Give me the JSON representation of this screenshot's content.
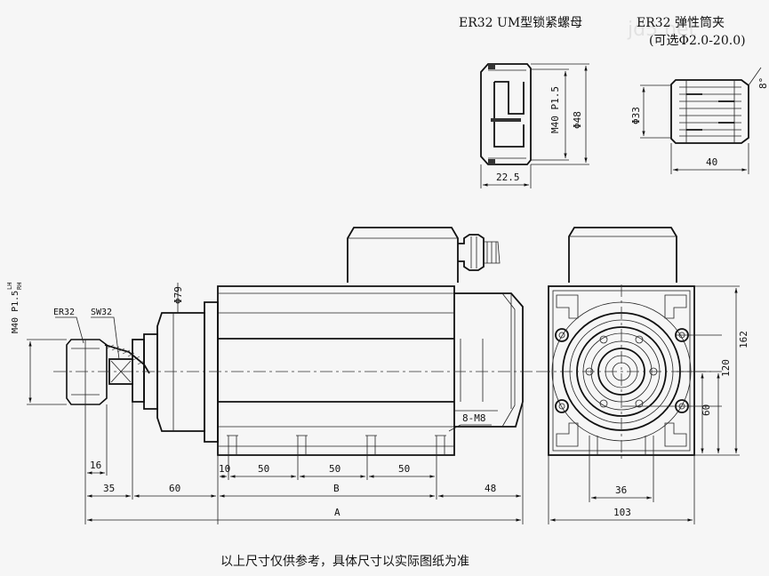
{
  "watermark": "jd5.net",
  "nut": {
    "title": "ER32 UM型锁紧螺母",
    "dim_thread": "M40 P1.5",
    "dim_diameter": "Φ48",
    "dim_width": "22.5"
  },
  "collet": {
    "title": "ER32  弹性筒夹",
    "subtitle": "(可选Φ2.0-20.0)",
    "dim_diameter": "Φ33",
    "dim_length": "40",
    "dim_angle": "8°"
  },
  "spindle": {
    "thread_label": "M40 P1.5",
    "thread_superscript": "LH",
    "thread_subscript": "RH",
    "label_collet": "ER32",
    "label_wrench": "SW32",
    "dim_flange_diameter": "Φ79",
    "dim_mounting_holes": "8-M8",
    "dim_16": "16",
    "dim_35": "35",
    "dim_60": "60",
    "dim_10": "10",
    "dim_50_a": "50",
    "dim_50_b": "50",
    "dim_50_c": "50",
    "dim_B": "B",
    "dim_48": "48",
    "dim_A": "A"
  },
  "end_view": {
    "dim_162": "162",
    "dim_120": "120",
    "dim_60": "60",
    "dim_36": "36",
    "dim_103": "103"
  },
  "footer_note": "以上尺寸仅供参考，具体尺寸以实际图纸为准"
}
